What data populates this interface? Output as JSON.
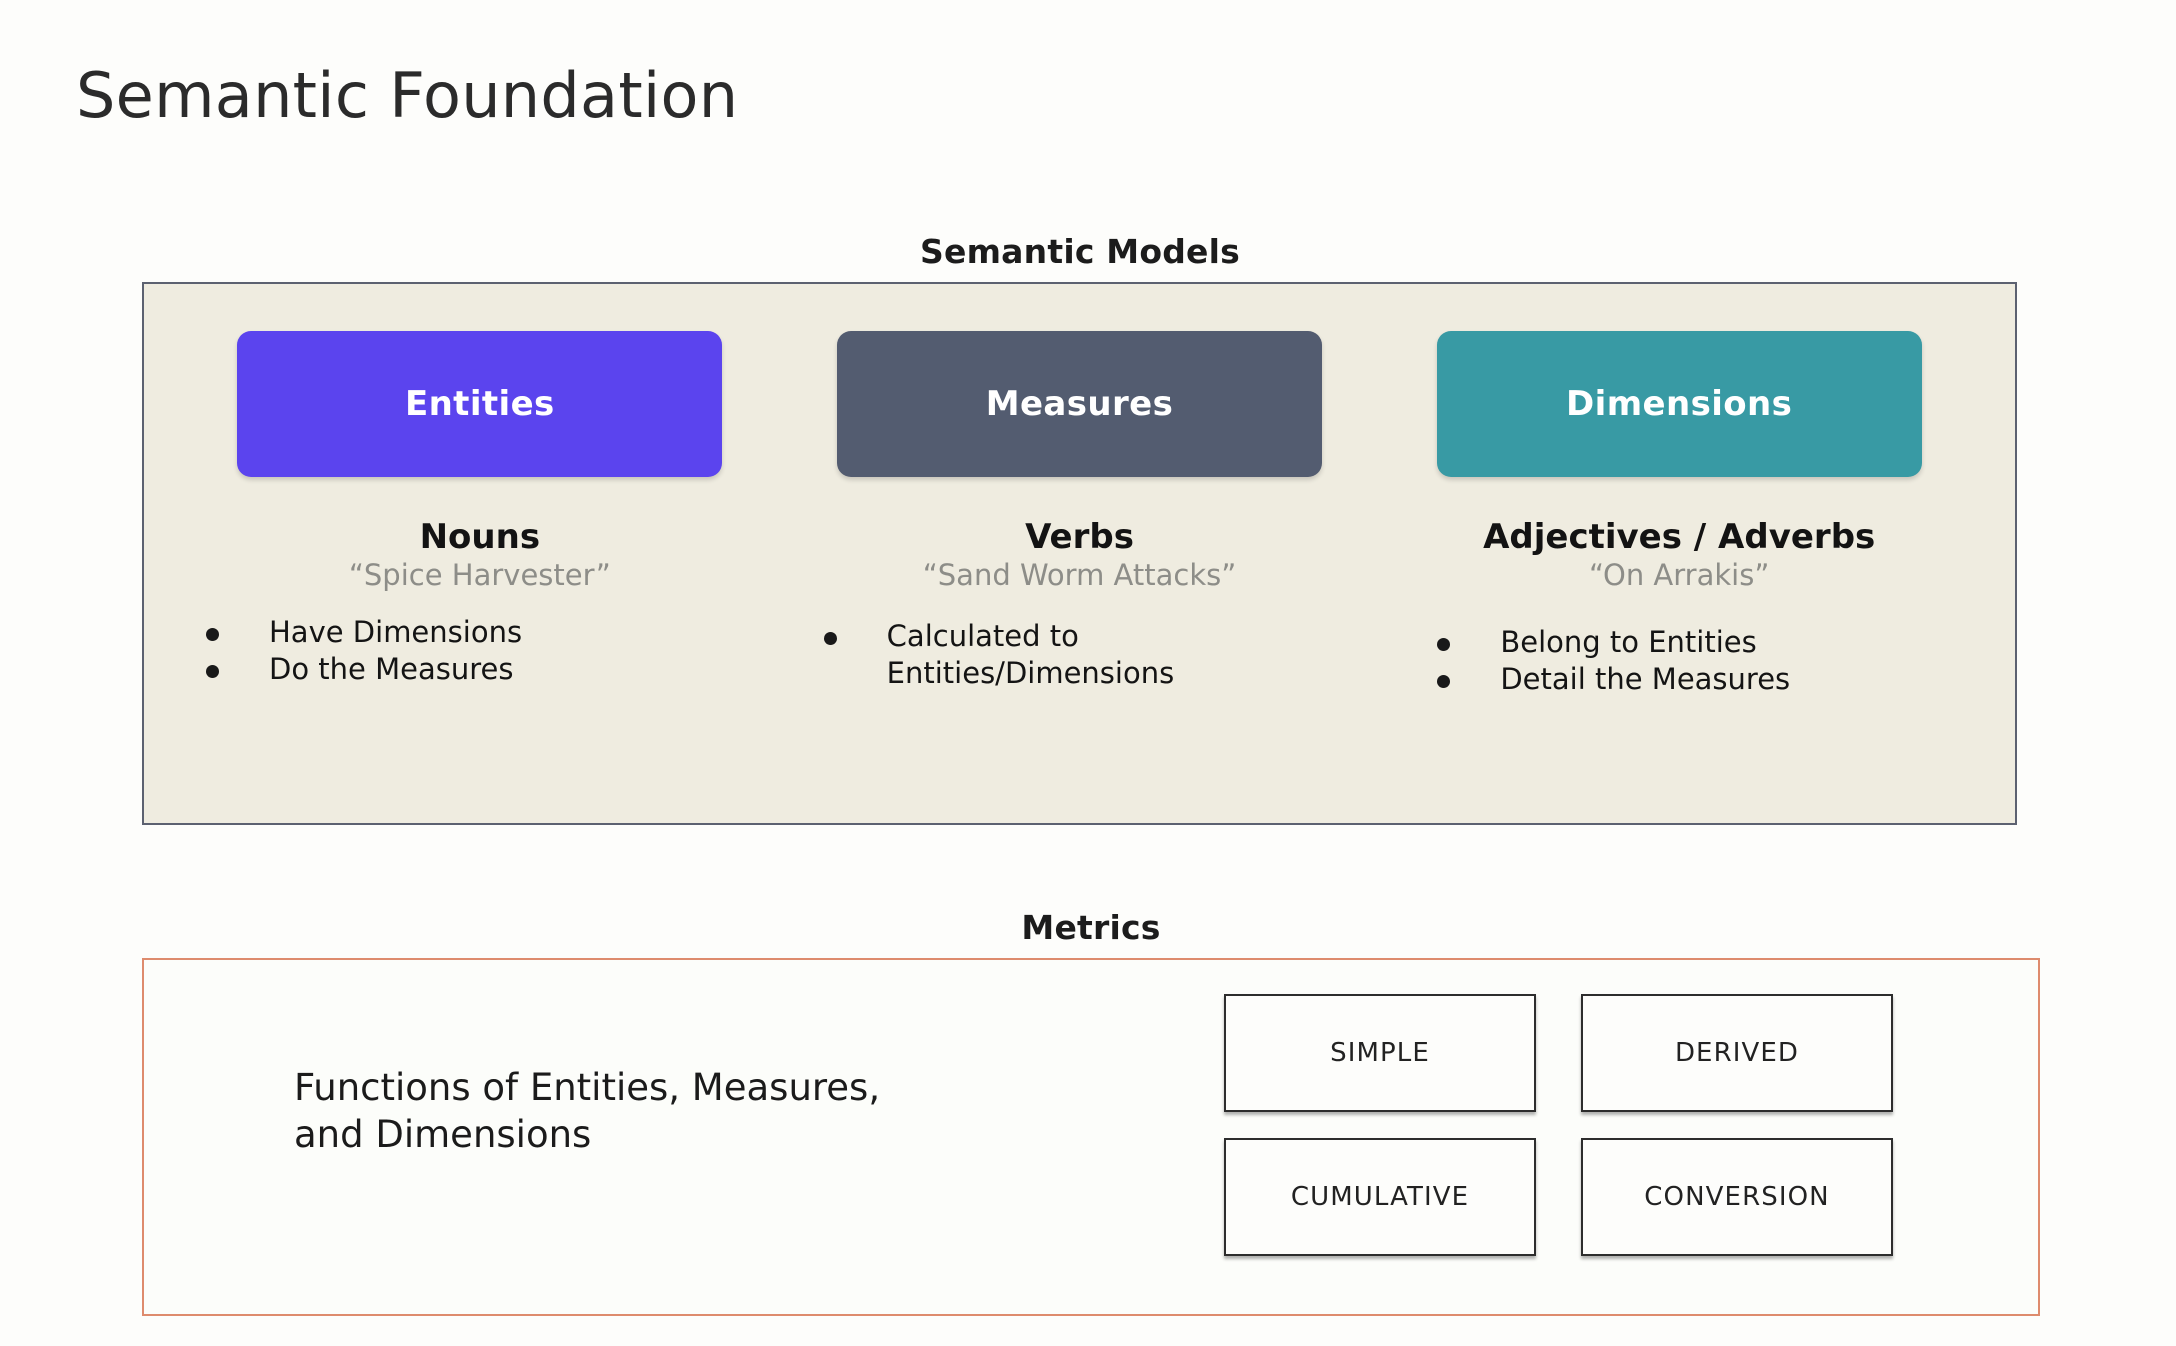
{
  "slide": {
    "title": "Semantic Foundation"
  },
  "semantic_models": {
    "label": "Semantic Models",
    "panel_bg": "#efece0",
    "panel_border": "#5c6170",
    "columns": [
      {
        "chip_label": "Entities",
        "chip_color": "#5b44ee",
        "part_of_speech": "Nouns",
        "example": "“Spice Harvester”",
        "bullets": [
          "Have Dimensions",
          "Do the Measures"
        ]
      },
      {
        "chip_label": "Measures",
        "chip_color": "#535c70",
        "part_of_speech": "Verbs",
        "example": "“Sand Worm Attacks”",
        "bullets": [
          "Calculated to\nEntities/Dimensions"
        ]
      },
      {
        "chip_label": "Dimensions",
        "chip_color": "#389aa4",
        "part_of_speech": "Adjectives / Adverbs",
        "example": "“On Arrakis”",
        "bullets": [
          "Belong to Entities",
          "Detail the Measures"
        ]
      }
    ]
  },
  "metrics": {
    "label": "Metrics",
    "panel_border": "#de8b6d",
    "description": "Functions of Entities, Measures,\nand Dimensions",
    "types": [
      "SIMPLE",
      "DERIVED",
      "CUMULATIVE",
      "CONVERSION"
    ]
  }
}
